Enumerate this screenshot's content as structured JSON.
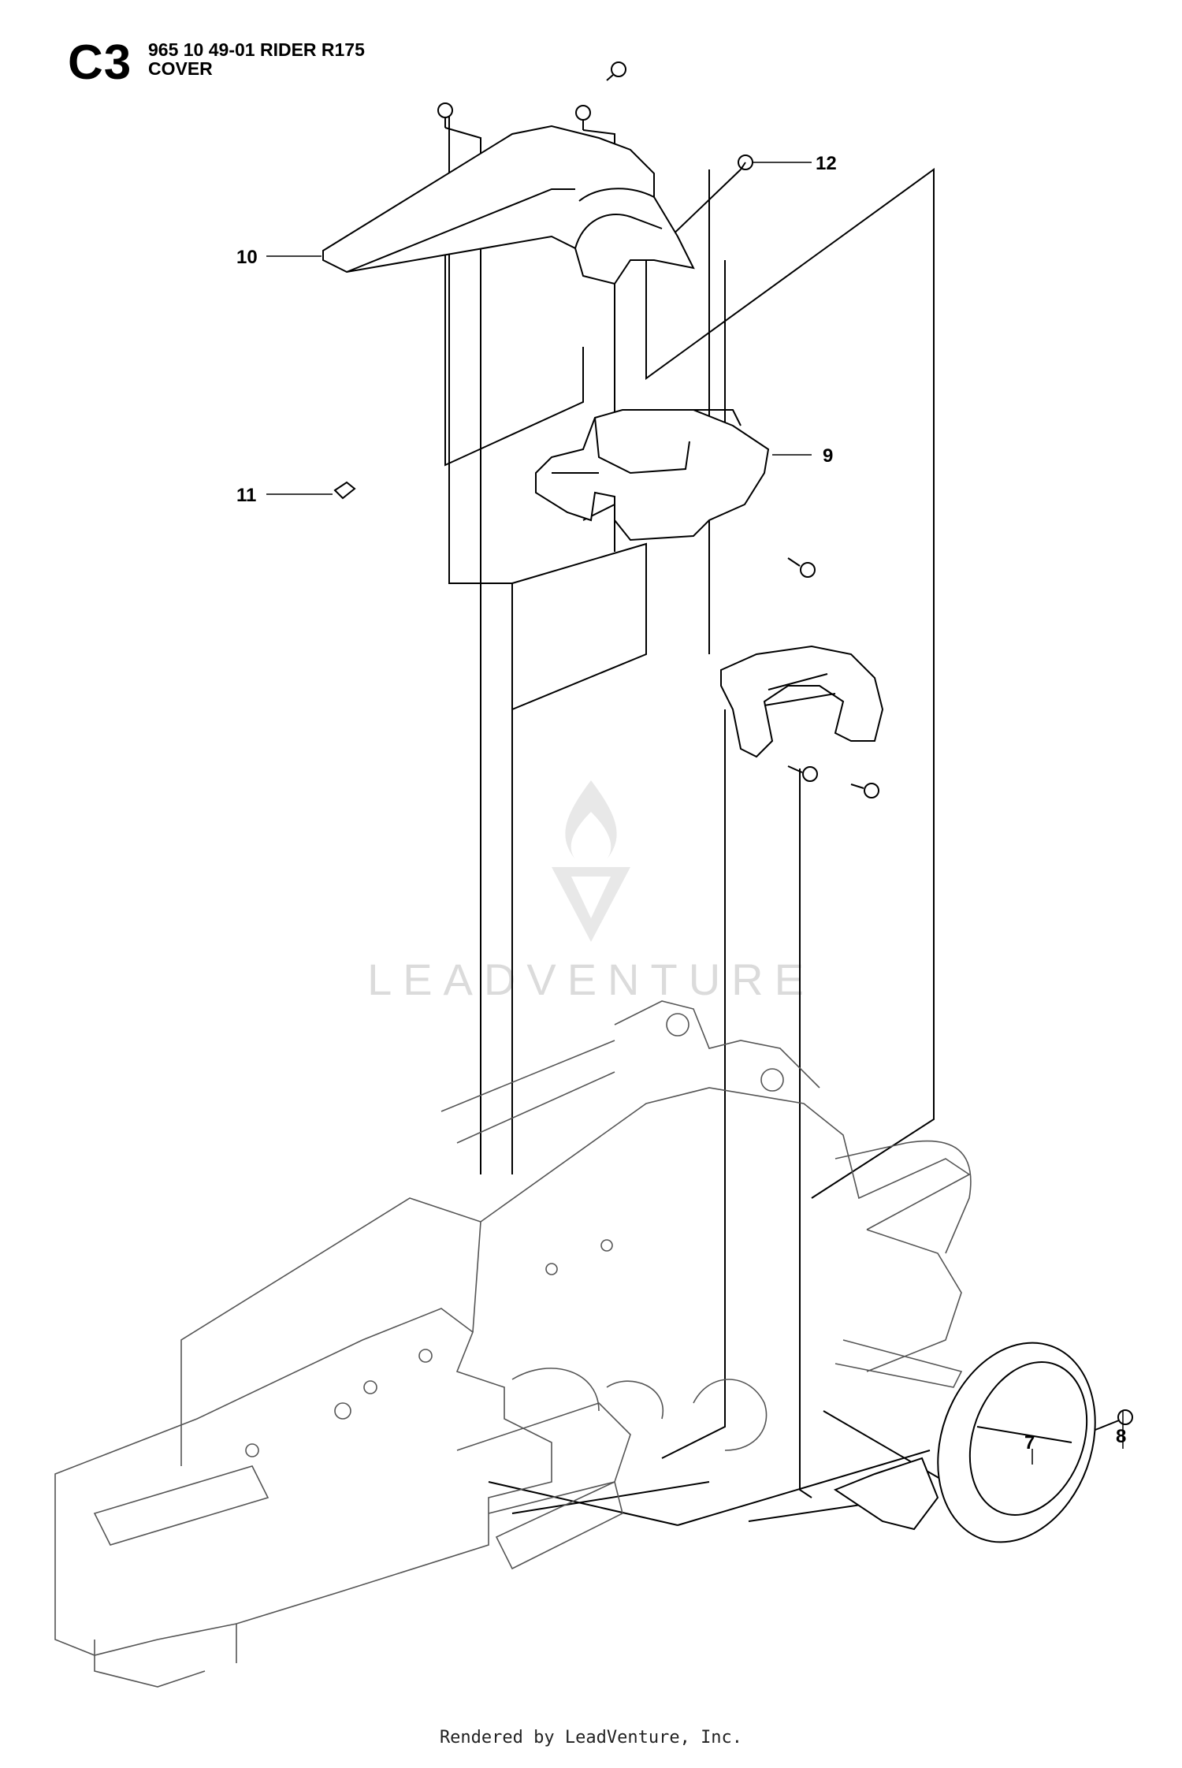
{
  "header": {
    "section_code": "C3",
    "model_line": "965 10 49-01 RIDER R175",
    "subtitle": "COVER"
  },
  "callouts": [
    {
      "id": "c12",
      "label": "12"
    },
    {
      "id": "c10",
      "label": "10"
    },
    {
      "id": "c9",
      "label": "9"
    },
    {
      "id": "c11",
      "label": "11"
    },
    {
      "id": "c7",
      "label": "7"
    },
    {
      "id": "c8",
      "label": "8"
    }
  ],
  "watermark": {
    "text": "LEADVENTURE"
  },
  "footer": {
    "text": "Rendered by LeadVenture, Inc."
  }
}
